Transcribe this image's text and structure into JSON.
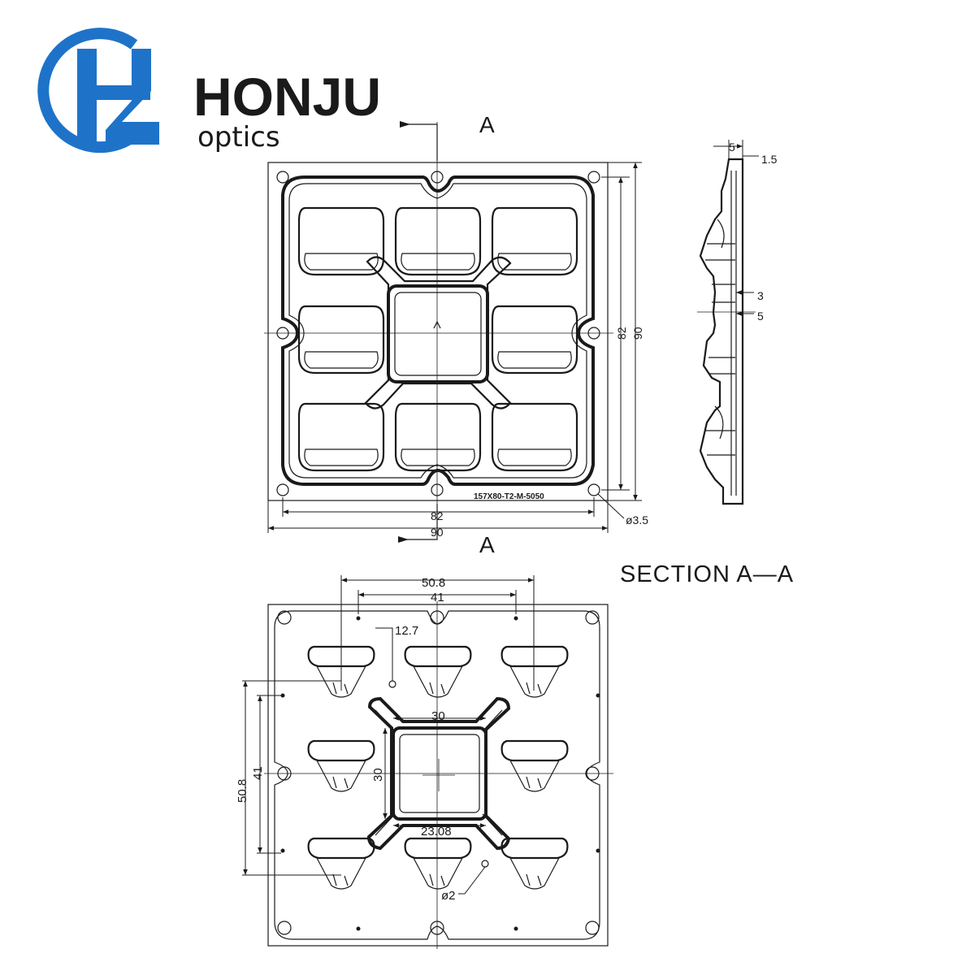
{
  "brand": {
    "name": "HONJU",
    "tagline": "optics",
    "logo_color": "#1e73c8"
  },
  "top_view": {
    "section_mark_top": "A",
    "section_mark_bottom": "A",
    "part_number": "157X80-T2-M-5050",
    "dim_inner_width": "82",
    "dim_outer_width": "90",
    "dim_inner_height": "82",
    "dim_outer_height": "90",
    "hole_diameter": "ø3.5"
  },
  "section_view": {
    "title": "SECTION  A—A",
    "dim_top": "5",
    "dim_top_right": "1.5",
    "dim_mid_upper": "3",
    "dim_mid_lower": "5"
  },
  "bottom_view": {
    "dim_pitch_outer_h": "50.8",
    "dim_pitch_inner_h": "41",
    "dim_offset": "12.7",
    "dim_pitch_outer_v": "50.8",
    "dim_pitch_inner_v": "41",
    "dim_center_w": "30",
    "dim_center_h": "30",
    "dim_center_gap": "23.08",
    "small_hole_diameter": "ø2"
  }
}
